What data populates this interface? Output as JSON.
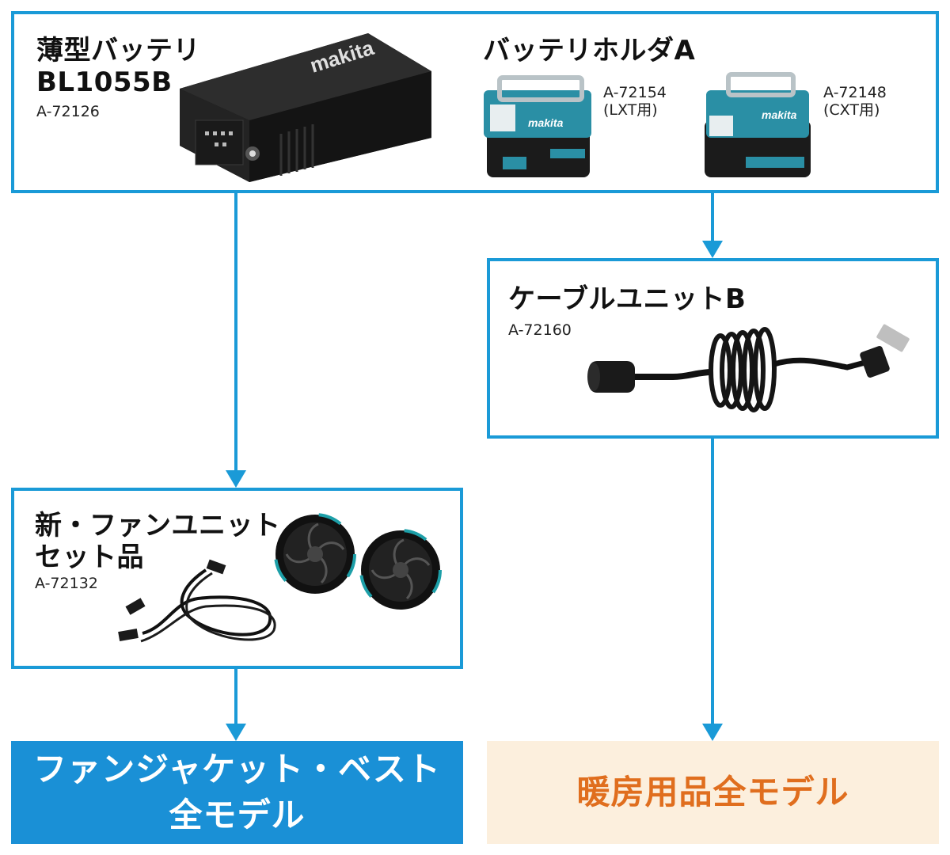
{
  "battery": {
    "title": "薄型バッテリ\nBL1055B",
    "code": "A-72126",
    "logo_text": "makita"
  },
  "holder": {
    "title": "バッテリホルダA",
    "items": [
      {
        "code": "A-72154\n(LXT用)"
      },
      {
        "code": "A-72148\n(CXT用)"
      }
    ]
  },
  "cable": {
    "title": "ケーブルユニットB",
    "code": "A-72160"
  },
  "fan": {
    "title": "新・ファンユニット\nセット品",
    "code": "A-72132"
  },
  "destinations": {
    "left_line1": "ファンジャケット・ベスト",
    "left_line2": "全モデル",
    "right": "暖房用品全モデル"
  },
  "colors": {
    "accent": "#1a9ad7",
    "left_dest_bg": "#1a90d6",
    "right_dest_bg": "#fcefdd",
    "right_dest_text": "#e06e1e"
  }
}
